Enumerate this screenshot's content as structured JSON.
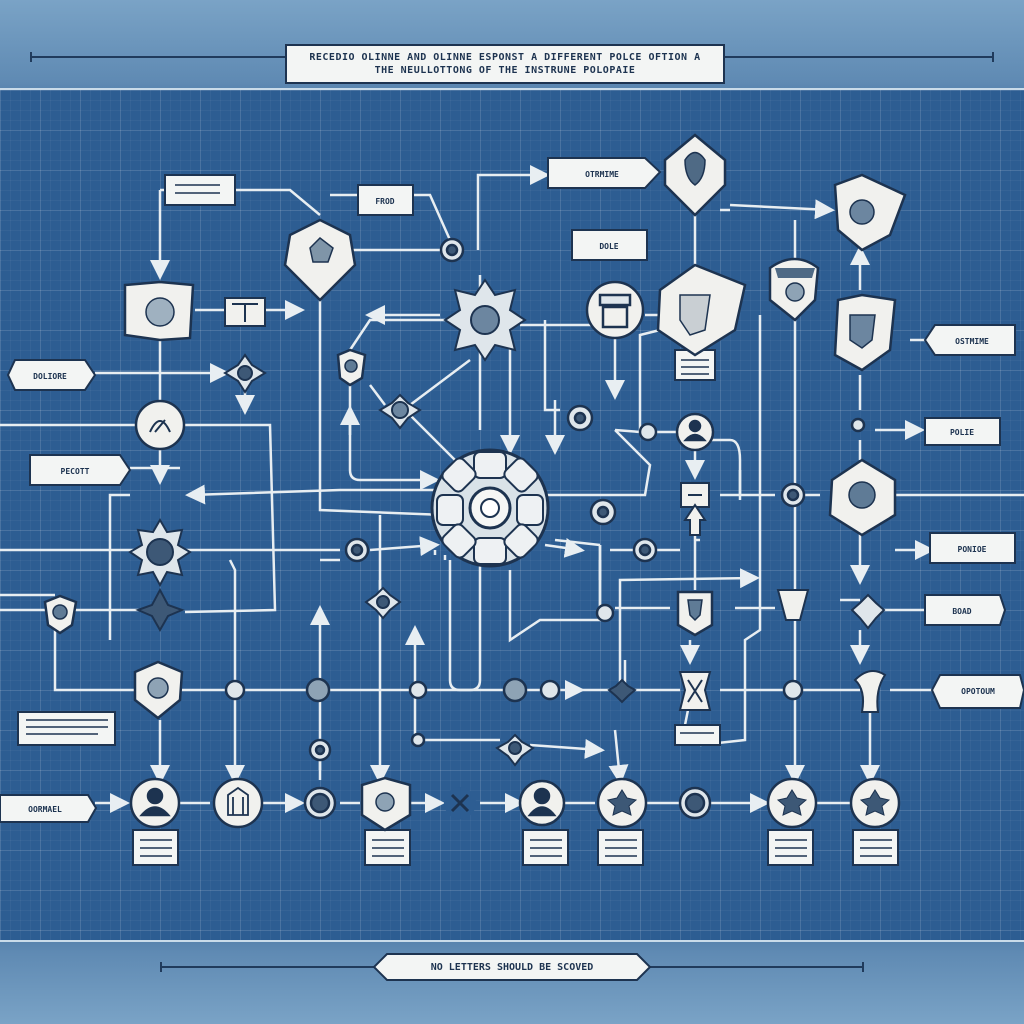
{
  "header": {
    "line1": "RECEDIO OLINNE AND OLINNE ESPONST A DIFFERENT POLCE OFTION A",
    "line2": "THE NEULLOTTONG OF THE INSTRUNE POLOPAIE"
  },
  "footer": {
    "text": "NO LETTERS SHOULD BE SCOVED"
  },
  "labels": {
    "top_mid": "FROD",
    "top_right": "OTRMIME",
    "mid_right": "DOLE",
    "left_1": "DOLIORE",
    "left_2": "PECOTT",
    "left_4": "OORMAEL",
    "right_1": "OSTMIME",
    "right_2": "POLIE",
    "right_3": "PONIOE",
    "right_4": "BOAD",
    "right_5": "OPOTOUM"
  },
  "colors": {
    "board": "#2d5d92",
    "line": "#e8eef2",
    "node_fill": "#f1f1ee",
    "ink": "#1d3350"
  }
}
